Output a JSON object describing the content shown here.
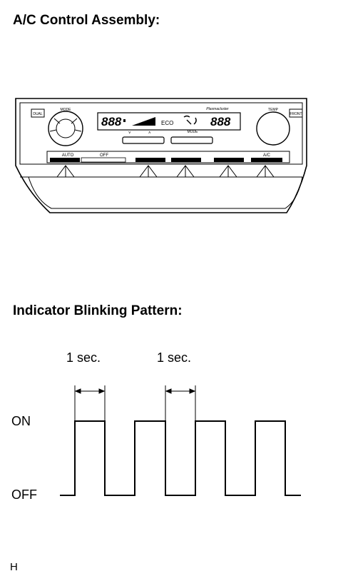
{
  "titles": {
    "assembly": "A/C Control Assembly:",
    "pattern": "Indicator Blinking Pattern:"
  },
  "panel": {
    "display_left": "888",
    "display_right": "888",
    "eco": "ECO",
    "mode": "MODE",
    "plasmacluster": "Plasmacluster",
    "knob_left": "MODE",
    "knob_right": "TEMP",
    "side_left": "DUAL",
    "side_right": "FRONT",
    "buttons": [
      "AUTO",
      "OFF",
      "A/C"
    ]
  },
  "waveform": {
    "on_label": "ON",
    "off_label": "OFF",
    "interval_label": "1 sec.",
    "interval_label_2": "1 sec.",
    "levels": [
      "low",
      "high",
      "low",
      "high",
      "low",
      "high",
      "low",
      "high",
      "low"
    ]
  },
  "footer": "H"
}
